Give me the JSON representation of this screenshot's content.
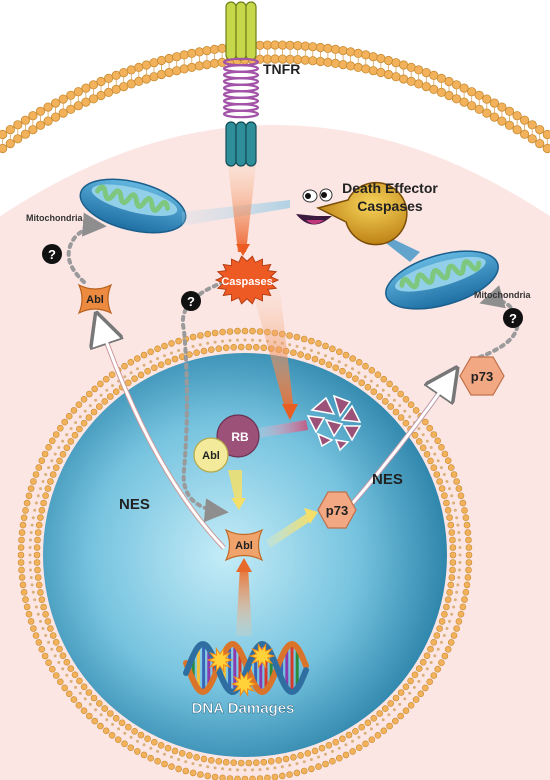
{
  "labels": {
    "tnfr": "TNFR",
    "death_effector_line1": "Death Effector",
    "death_effector_line2": "Caspases",
    "mitochondria_left": "Mitochondria",
    "mitochondria_right": "Mitochondria",
    "caspases": "Caspases",
    "abl_cytoplasm": "Abl",
    "abl_complex": "Abl",
    "rb": "RB",
    "abl_nucleus": "Abl",
    "p73_nucleus": "p73",
    "p73_cytoplasm": "p73",
    "nes_left": "NES",
    "nes_right": "NES",
    "dna_damages": "DNA Damages",
    "question_mark": "?"
  },
  "colors": {
    "cytoplasm": "#fbe6e4",
    "membrane_bead": "#f2b25c",
    "mitochondria": "#2f8ec4",
    "mito_cristae": "#7ec77f",
    "nucleus_center": "#a9dcee",
    "nucleus_edge": "#2f86ac",
    "caspases": "#ee5a24",
    "abl": "#ec8a3f",
    "rb": "#9c5178",
    "p73": "#f2a883",
    "tnfr_top": "#c6d84a",
    "tnfr_bottom": "#2e8f9a",
    "tnfr_coil": "#a253a8",
    "pacman": "#e3a319"
  }
}
